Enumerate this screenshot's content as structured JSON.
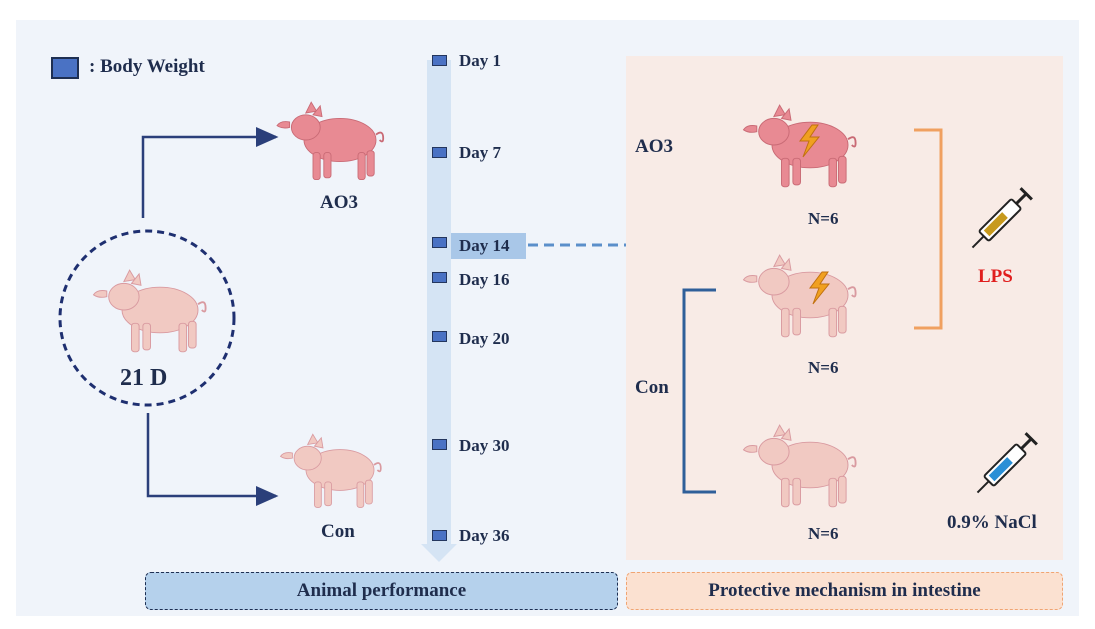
{
  "legend": {
    "label": ": Body Weight",
    "color": "#4a72c4"
  },
  "start": {
    "label": "21 D"
  },
  "groups": {
    "top": "AO3",
    "bottom": "Con"
  },
  "timeline": {
    "days": [
      {
        "label": "Day 1",
        "highlight": false
      },
      {
        "label": "Day 7",
        "highlight": false
      },
      {
        "label": "Day 14",
        "highlight": true
      },
      {
        "label": "Day 16",
        "highlight": false
      },
      {
        "label": "Day 20",
        "highlight": false
      },
      {
        "label": "Day 30",
        "highlight": false
      },
      {
        "label": "Day 36",
        "highlight": false
      }
    ]
  },
  "mechanism": {
    "group_top": "AO3",
    "group_con": "Con",
    "n_labels": [
      "N=6",
      "N=6",
      "N=6"
    ],
    "treatment_lps": "LPS",
    "treatment_saline": "0.9% NaCl",
    "lps_color": "#e01e1e",
    "bracket_lps_color": "#f0a060",
    "bracket_con_color": "#2f5f99"
  },
  "footer": {
    "left": "Animal performance",
    "right": "Protective mechanism in intestine"
  },
  "colors": {
    "pig_pink": "#f1c9c2",
    "pig_dark_pink": "#e88a93",
    "timeline_fill": "#d5e4f4"
  }
}
